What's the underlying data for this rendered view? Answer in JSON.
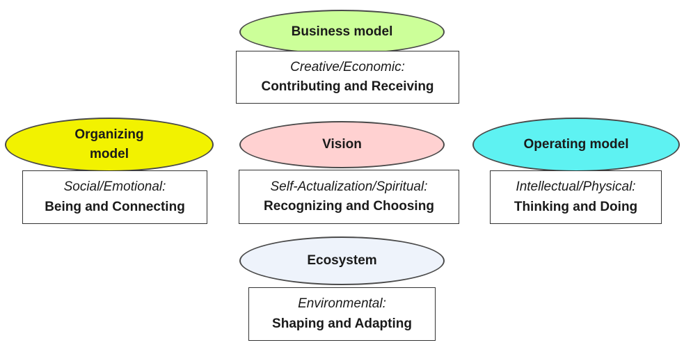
{
  "nodes": {
    "business": {
      "title": "Business model",
      "category": "Creative/Economic:",
      "actions": "Contributing and Receiving",
      "color": "#ccff99"
    },
    "organizing": {
      "title": "Organizing\nmodel",
      "category": "Social/Emotional:",
      "actions": "Being and Connecting",
      "color": "#f2f200"
    },
    "vision": {
      "title": "Vision",
      "category": "Self-Actualization/Spiritual:",
      "actions": "Recognizing and Choosing",
      "color": "#ffd1d1"
    },
    "operating": {
      "title": "Operating model",
      "category": "Intellectual/Physical:",
      "actions": "Thinking and Doing",
      "color": "#5ef2f2"
    },
    "ecosystem": {
      "title": "Ecosystem",
      "category": "Environmental:",
      "actions": "Shaping and Adapting",
      "color": "#eef3fb"
    }
  }
}
